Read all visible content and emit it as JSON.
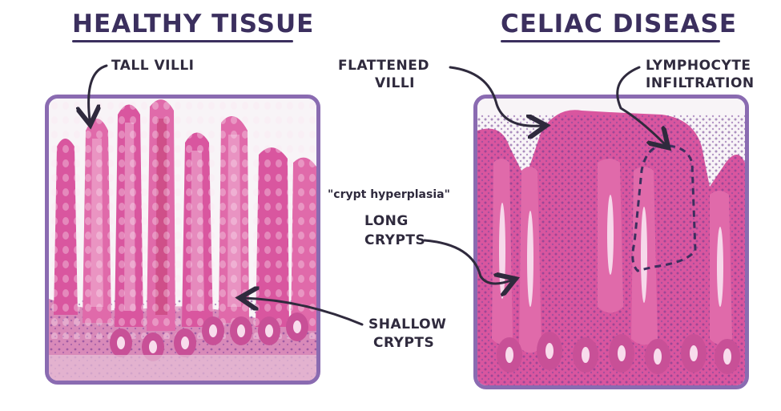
{
  "left": {
    "title": "HEALTHY TISSUE",
    "labels": {
      "tall_villi": "TALL VILLI",
      "shallow_crypts_1": "SHALLOW",
      "shallow_crypts_2": "CRYPTS"
    }
  },
  "right": {
    "title": "CELIAC DISEASE",
    "labels": {
      "flattened_villi_1": "FLATTENED",
      "flattened_villi_2": "VILLI",
      "lymphocyte_1": "LYMPHOCYTE",
      "lymphocyte_2": "INFILTRATION",
      "crypt_hyperplasia": "\"crypt hyperplasia\"",
      "long_crypts_1": "LONG",
      "long_crypts_2": "CRYPTS"
    }
  },
  "colors": {
    "panel_border": "#8a6bb1",
    "tissue_pink": "#d9569f",
    "tissue_light": "#f2b6d6",
    "nuclei": "#6a3a8e",
    "background": "#f7f2f7",
    "text": "#2f2a3d"
  }
}
